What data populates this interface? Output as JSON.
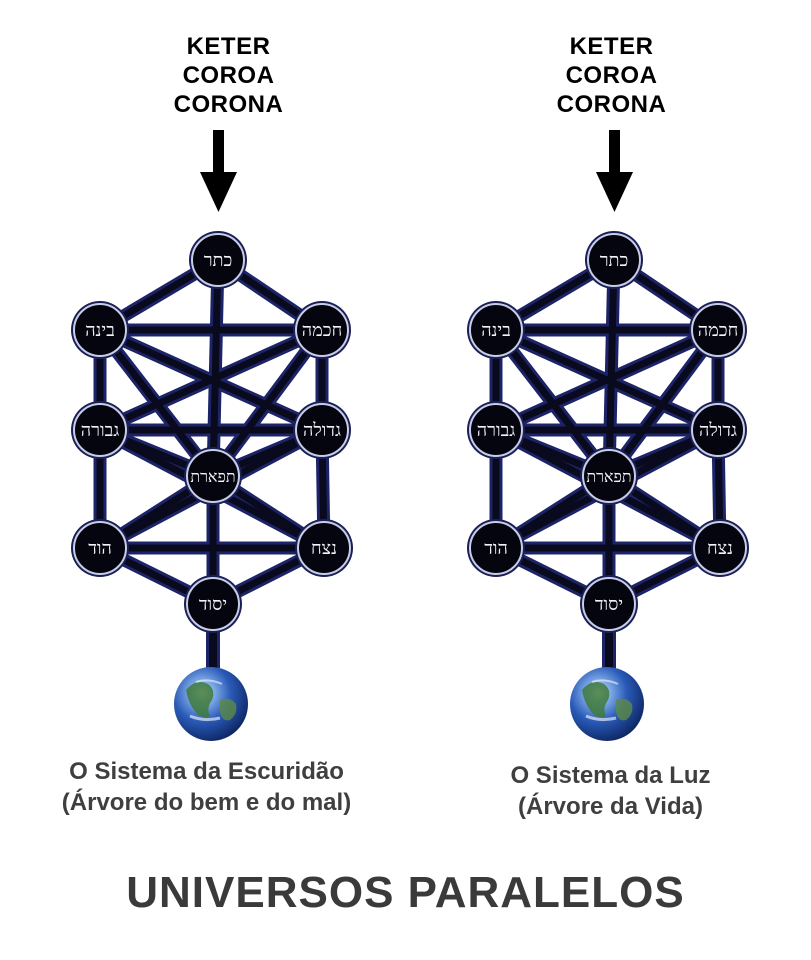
{
  "colors": {
    "node_fill": "#05050f",
    "node_ring": "#c8cde8",
    "path_outline": "#1c2467",
    "path_core": "#0a0a1e",
    "caption": "#3f3f3f",
    "title": "#3a3a3a"
  },
  "panels": [
    {
      "id": "left",
      "top_label": [
        "KETER",
        "COROA",
        "CORONA"
      ],
      "caption": [
        "O Sistema da Escuridão",
        "(Árvore do bem e do mal)"
      ]
    },
    {
      "id": "right",
      "top_label": [
        "KETER",
        "COROA",
        "CORONA"
      ],
      "caption": [
        "O Sistema da Luz",
        "(Árvore da Vida)"
      ]
    }
  ],
  "sefirot": {
    "keter": "כתר",
    "chokhmah": "חכמה",
    "binah": "בינה",
    "gedulah": "גדולה",
    "gevurah": "גבורה",
    "tiferet": "תפארת",
    "netzach": "נצח",
    "hod": "הוד",
    "yesod": "יסוד"
  },
  "earth_icon": "earth-globe-icon",
  "page_title": "UNIVERSOS PARALELOS"
}
